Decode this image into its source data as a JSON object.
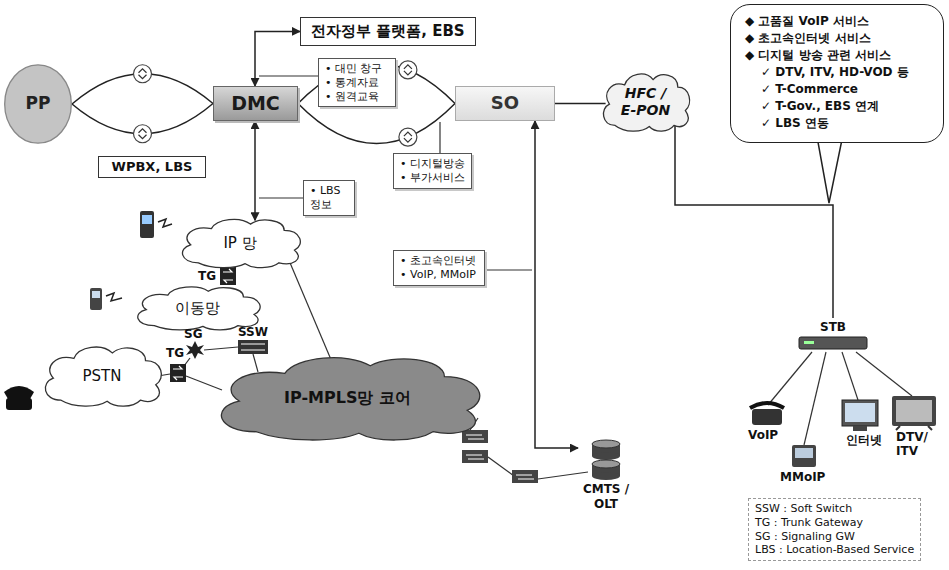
{
  "diagram": {
    "nodes": [
      {
        "text": [
          "전자정부 플랫폼, EBS"
        ]
      },
      {
        "text": [
          "◆ 고품질 VoIP 서비스",
          "◆ 초고속인터넷 서비스",
          "◆ 디지털 방송 관련 서비스",
          "✓ DTV, ITV, HD-VOD 등",
          "✓ T-Commerce",
          "✓ T-Gov., EBS 연계",
          "✓ LBS 연동"
        ]
      },
      {
        "text": [
          "PP"
        ]
      },
      {
        "text": [
          "DMC"
        ]
      },
      {
        "text": [
          "• 대민 창구",
          "• 통계자료",
          "• 원격교육"
        ]
      },
      {
        "text": [
          "SO"
        ]
      },
      {
        "text": [
          "HFC / E-PON"
        ]
      },
      {
        "text": [
          "WPBX, LBS"
        ]
      },
      {
        "text": [
          "• LBS 정보"
        ]
      },
      {
        "text": [
          "• 디지털방송",
          "• 부가서비스"
        ]
      },
      {
        "text": [
          "IP 망"
        ]
      },
      {
        "text": [
          "이동망"
        ]
      },
      {
        "text": [
          "STB"
        ]
      },
      {
        "text": [
          "• 초고속인터넷",
          "• VoIP, MMoIP"
        ]
      },
      {
        "text": [
          "PSTN"
        ]
      },
      {
        "text": [
          "IP-MPLS망 코어"
        ]
      },
      {
        "text": [
          "CMTS / OLT"
        ]
      }
    ],
    "edges": [
      {
        "from": 2,
        "to": 3,
        "arrow": "none"
      },
      {
        "from": 3,
        "to": 5,
        "arrow": "none"
      },
      {
        "from": 5,
        "to": 6,
        "arrow": "none"
      },
      {
        "from": 3,
        "to": 0,
        "arrow": "both"
      },
      {
        "from": 3,
        "to": 10,
        "arrow": "both"
      },
      {
        "from": 5,
        "to": 16,
        "arrow": "both"
      },
      {
        "from": 6,
        "to": 12,
        "arrow": "none"
      }
    ],
    "labels": [
      "TG",
      "TG",
      "SG",
      "SSW",
      "VoIP",
      "MMoIP",
      "인터넷",
      "DTV/ ITV"
    ],
    "legend": [
      {
        "text": "SSW : Soft Switch"
      },
      {
        "text": "TG : Trunk Gateway"
      },
      {
        "text": "SG : Signaling GW"
      },
      {
        "text": "LBS : Location-Based Service"
      }
    ]
  }
}
